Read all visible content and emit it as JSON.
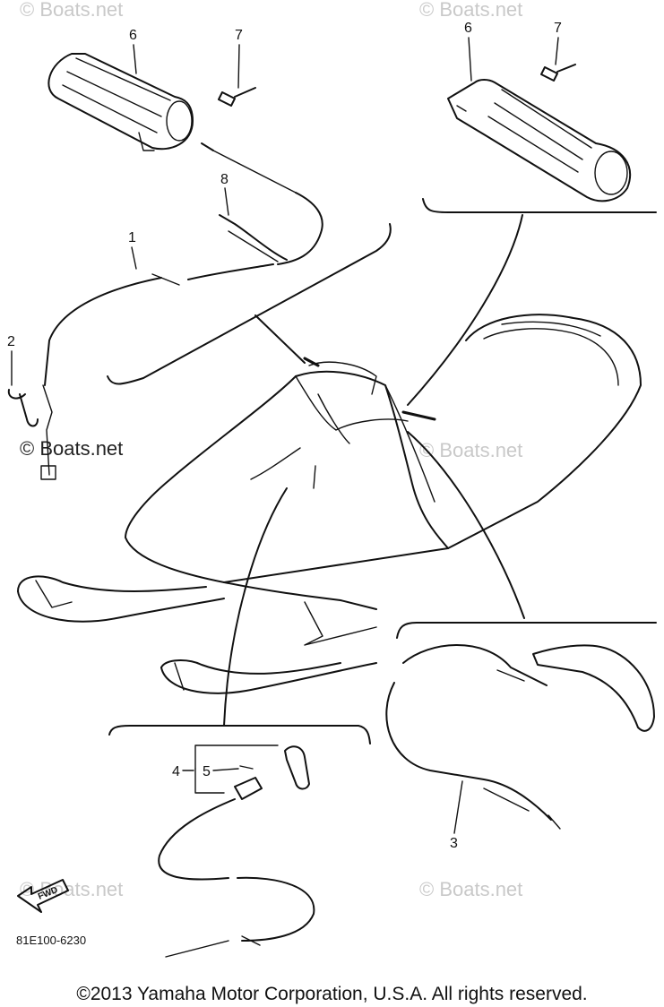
{
  "watermarks": {
    "top_left": "© Boats.net",
    "top_right": "© Boats.net",
    "mid_left": "© Boats.net",
    "mid_center": "© Boats.net",
    "bottom_left": "© Boats.net",
    "bottom_right": "© Boats.net"
  },
  "callouts": {
    "p1": "1",
    "p2": "2",
    "p3": "3",
    "p4": "4",
    "p5": "5",
    "p6_left": "6",
    "p6_right": "6",
    "p7_left": "7",
    "p7_right": "7",
    "p8": "8"
  },
  "fwd_label": "FWD",
  "diagram_code": "81E100-6230",
  "copyright": "©2013 Yamaha Motor Corporation, U.S.A. All rights reserved."
}
